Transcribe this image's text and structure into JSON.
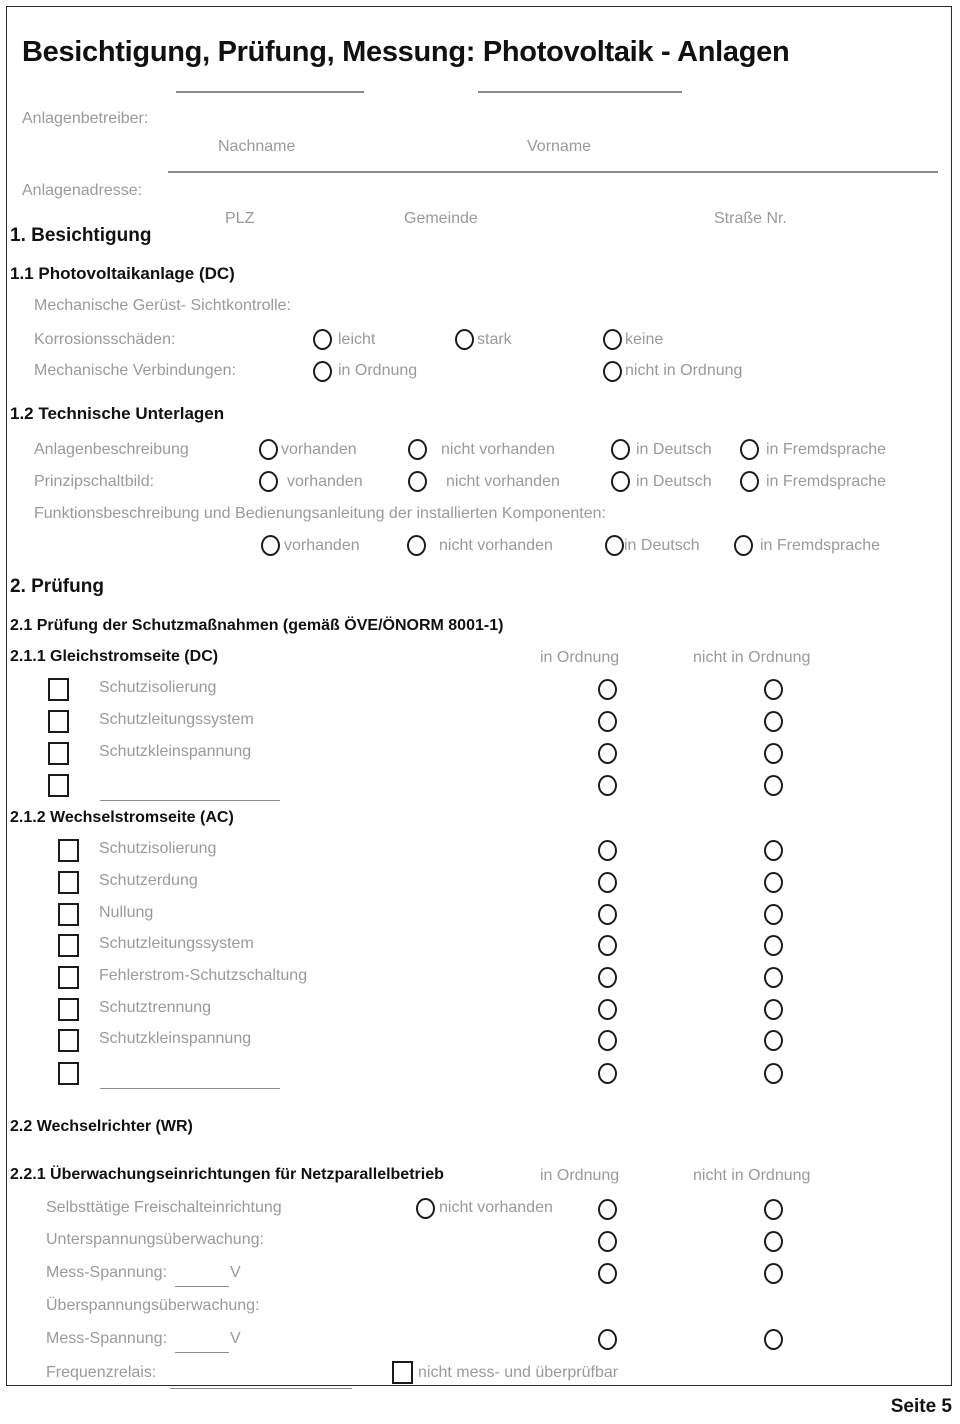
{
  "document": {
    "title": "Besichtigung, Prüfung, Messung: Photovoltaik - Anlagen",
    "page_footer": "Seite 5"
  },
  "header": {
    "operator_label": "Anlagenbetreiber:",
    "operator_fields": [
      "Nachname",
      "Vorname"
    ],
    "address_label": "Anlagenadresse:",
    "address_fields": [
      "PLZ",
      "Gemeinde",
      "Straße Nr."
    ]
  },
  "section1": {
    "heading": "1. Besichtigung",
    "sub1": {
      "heading": "1.1 Photovoltaikanlage (DC)",
      "note": "Mechanische Gerüst- Sichtkontrolle:",
      "rows": [
        {
          "label": "Korrosionsschäden:",
          "options": [
            "leicht",
            "stark",
            "keine"
          ]
        },
        {
          "label": "Mechanische Verbindungen:",
          "options": [
            "in Ordnung",
            "nicht in Ordnung"
          ]
        }
      ]
    },
    "sub2": {
      "heading": "1.2 Technische Unterlagen",
      "options": [
        "vorhanden",
        "nicht vorhanden",
        "in Deutsch",
        "in Fremdsprache"
      ],
      "rows": [
        {
          "label": "Anlagenbeschreibung"
        },
        {
          "label": "Prinzipschaltbild:"
        }
      ],
      "note": "Funktionsbeschreibung und Bedienungsanleitung der installierten Komponenten:",
      "note_row": {
        "label": ""
      }
    }
  },
  "section2": {
    "heading": "2. Prüfung",
    "sub1": {
      "heading": "2.1 Prüfung der Schutzmaßnahmen (gemäß ÖVE/ÖNORM 8001-1)",
      "dc": {
        "heading": "2.1.1 Gleichstromseite (DC)",
        "col_ok": "in Ordnung",
        "col_not_ok": "nicht in Ordnung",
        "items": [
          "Schutzisolierung",
          "Schutzleitungssystem",
          "Schutzkleinspannung",
          ""
        ]
      },
      "ac": {
        "heading": "2.1.2 Wechselstromseite (AC)",
        "items": [
          "Schutzisolierung",
          "Schutzerdung",
          "Nullung",
          "Schutzleitungssystem",
          "Fehlerstrom-Schutzschaltung",
          "Schutztrennung",
          "Schutzkleinspannung",
          ""
        ]
      }
    },
    "sub2": {
      "heading": "2.2 Wechselrichter (WR)",
      "sub21": {
        "heading": "2.2.1 Überwachungseinrichtungen für Netzparallelbetrieb",
        "col_ok": "in Ordnung",
        "col_not_ok": "nicht in Ordnung",
        "row_freischalt": {
          "label": "Selbsttätige Freischalteinrichtung",
          "option": "nicht vorhanden"
        },
        "row_unterspannung": {
          "label": "Unterspannungsüberwachung:"
        },
        "row_mess1": {
          "label": "Mess-Spannung:",
          "unit": "V"
        },
        "row_ueberspannung": {
          "label": "Überspannungsüberwachung:"
        },
        "row_mess2": {
          "label": "Mess-Spannung:",
          "unit": "V"
        },
        "row_frequenz": {
          "label": "Frequenzrelais:",
          "checkbox_label": "nicht mess- und überprüfbar"
        }
      }
    }
  }
}
